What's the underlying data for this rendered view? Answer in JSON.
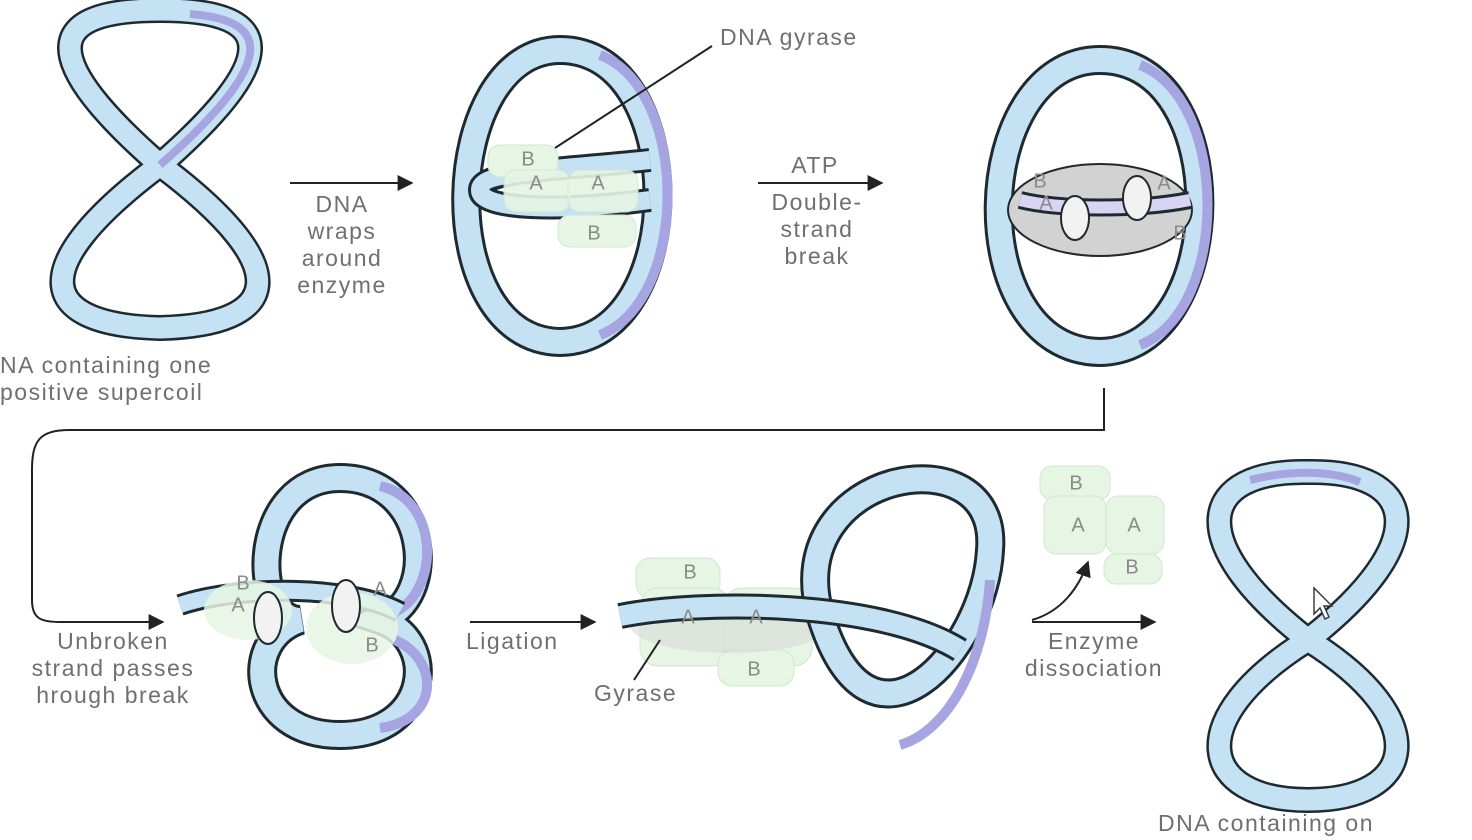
{
  "labels": {
    "dna_gyrase": "DNA gyrase",
    "wraps": "DNA\nwraps\naround\nenzyme",
    "atp": "ATP",
    "break": "Double-\nstrand\nbreak",
    "start": "NA containing one\npositive supercoil",
    "unbroken": "Unbroken\nstrand passes\nhrough break",
    "ligation": "Ligation",
    "gyrase": "Gyrase",
    "dissociation": "Enzyme\ndissociation",
    "end": "DNA containing on"
  },
  "subunits": {
    "a": "A",
    "b": "B"
  },
  "colors": {
    "ribbon_light": "#c4e2f3",
    "ribbon_dark": "#a7a4e2",
    "outline": "#1e2a30",
    "enzyme_green": "#e6f5e4",
    "enzyme_gray": "#cfcfcf",
    "arrow": "#222222",
    "text": "#6f6f6f"
  }
}
